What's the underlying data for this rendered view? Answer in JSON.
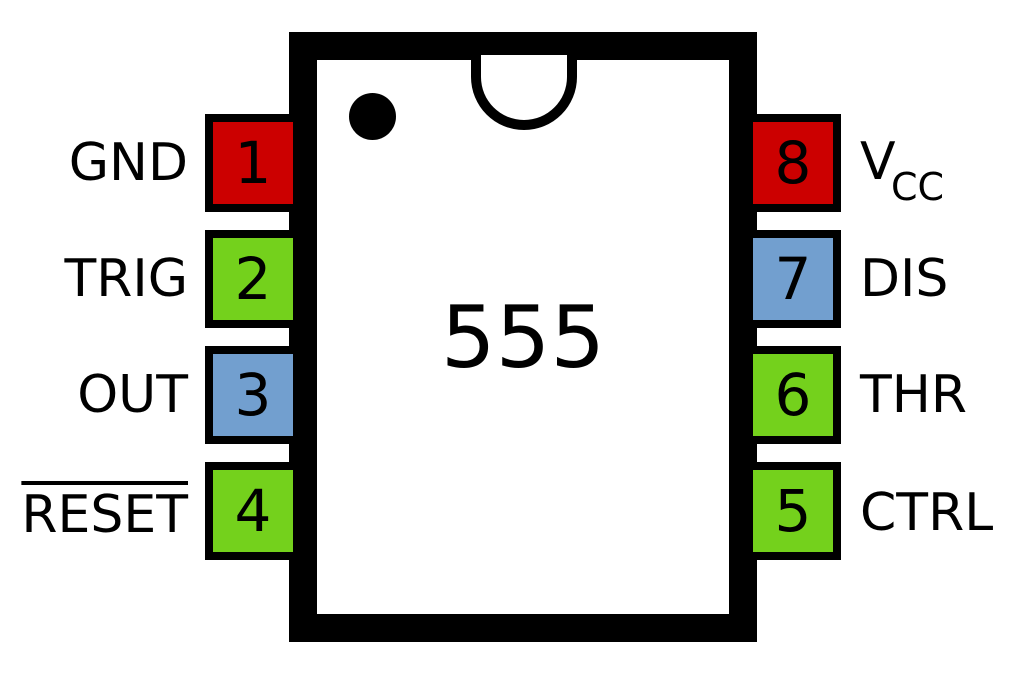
{
  "chip": {
    "label": "555"
  },
  "colors": {
    "power": "#cc0000",
    "input": "#74d11c",
    "output": "#729fcf",
    "outline": "#000000"
  },
  "pins_left": [
    {
      "number": "1",
      "name": "GND",
      "color": "#cc0000"
    },
    {
      "number": "2",
      "name": "TRIG",
      "color": "#74d11c"
    },
    {
      "number": "3",
      "name": "OUT",
      "color": "#729fcf"
    },
    {
      "number": "4",
      "name": "RESET",
      "color": "#74d11c",
      "overline": true
    }
  ],
  "pins_right": [
    {
      "number": "8",
      "name": "V",
      "subscript": "CC",
      "color": "#cc0000"
    },
    {
      "number": "7",
      "name": "DIS",
      "color": "#729fcf"
    },
    {
      "number": "6",
      "name": "THR",
      "color": "#74d11c"
    },
    {
      "number": "5",
      "name": "CTRL",
      "color": "#74d11c"
    }
  ]
}
